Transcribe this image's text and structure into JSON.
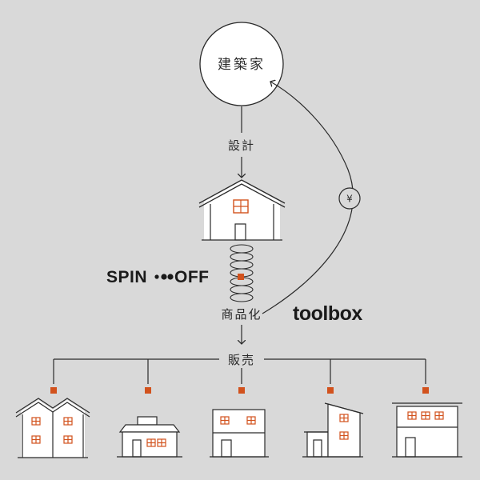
{
  "colors": {
    "background": "#d9d9d9",
    "line": "#2a2a2a",
    "accent": "#d2521d",
    "house_fill": "#ffffff"
  },
  "nodes": {
    "architect": "建築家",
    "design": "設計",
    "productization": "商品化",
    "sales": "販売",
    "payment": "¥"
  },
  "brands": {
    "spinoff_left": "SPIN",
    "spinoff_right": "OFF",
    "toolbox": "toolbox"
  },
  "icons": [
    "circle-node",
    "house-icon",
    "spring-coil-icon",
    "yen-circle-icon",
    "arrow-icon"
  ],
  "houses_count_label": ""
}
